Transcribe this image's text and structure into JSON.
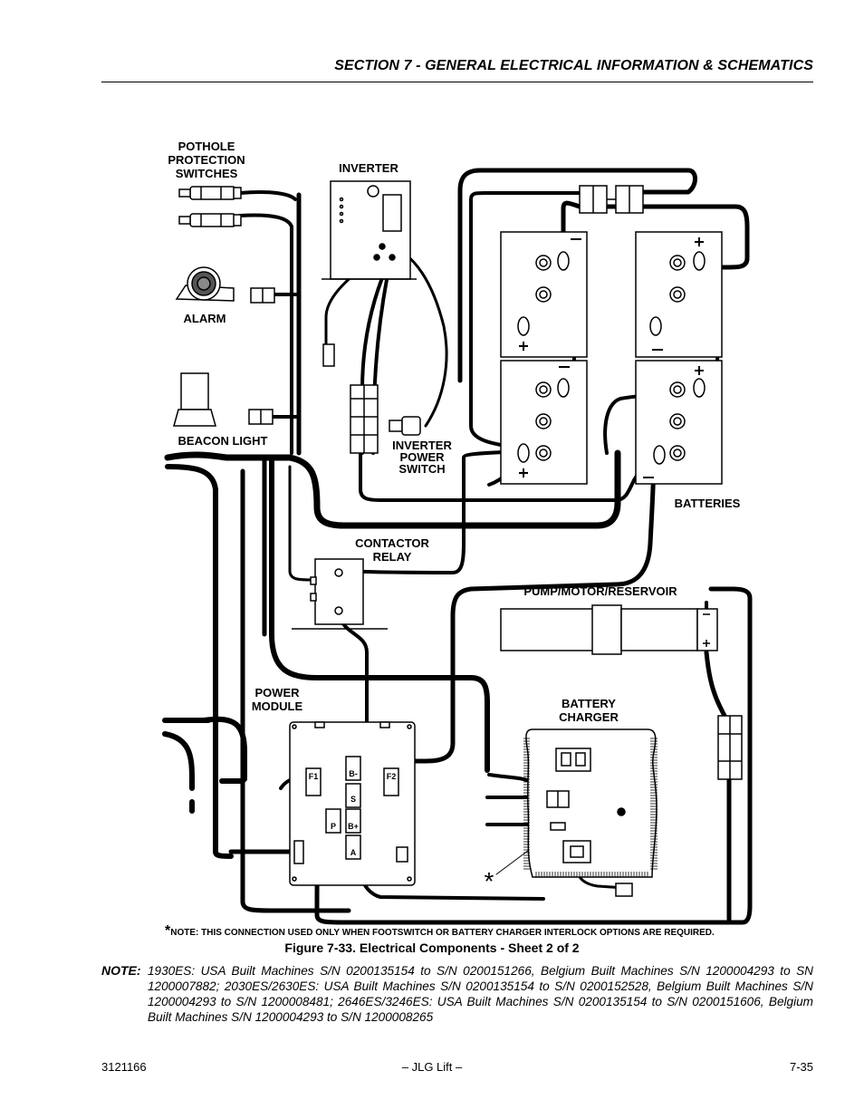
{
  "header": {
    "section_title": "SECTION 7 - GENERAL ELECTRICAL INFORMATION & SCHEMATICS"
  },
  "diagram": {
    "labels": {
      "pothole_1": "POTHOLE",
      "pothole_2": "PROTECTION",
      "pothole_3": "SWITCHES",
      "inverter": "INVERTER",
      "alarm": "ALARM",
      "beacon_light": "BEACON LIGHT",
      "inverter_power_1": "INVERTER",
      "inverter_power_2": "POWER",
      "inverter_power_3": "SWITCH",
      "batteries": "BATTERIES",
      "contactor_1": "CONTACTOR",
      "contactor_2": "RELAY",
      "pump_motor": "PUMP/MOTOR/RESERVOIR",
      "power_module_1": "POWER",
      "power_module_2": "MODULE",
      "battery_charger_1": "BATTERY",
      "battery_charger_2": "CHARGER"
    },
    "terminals": {
      "f1": "F1",
      "f2": "F2",
      "b_minus": "B-",
      "s": "S",
      "p": "P",
      "b_plus": "B+",
      "a": "A"
    },
    "asterisk": "*"
  },
  "note_star": {
    "mark": "*",
    "text": "NOTE: THIS CONNECTION USED ONLY WHEN FOOTSWITCH OR BATTERY CHARGER INTERLOCK OPTIONS ARE REQUIRED."
  },
  "caption": "Figure 7-33.  Electrical Components - Sheet 2 of 2",
  "note": {
    "label": "NOTE:",
    "text": "1930ES:  USA Built Machines S/N 0200135154 to S/N 0200151266, Belgium Built Machines S/N 1200004293 to SN 1200007882;  2030ES/2630ES:  USA Built Machines S/N 0200135154 to S/N 0200152528, Belgium Built Machines S/N 1200004293 to S/N 1200008481;  2646ES/3246ES:  USA Built Machines S/N 0200135154 to S/N 0200151606, Belgium Built Machines S/N 1200004293 to S/N 1200008265"
  },
  "footer": {
    "doc_number": "3121166",
    "brand": "– JLG Lift –",
    "page": "7-35"
  }
}
